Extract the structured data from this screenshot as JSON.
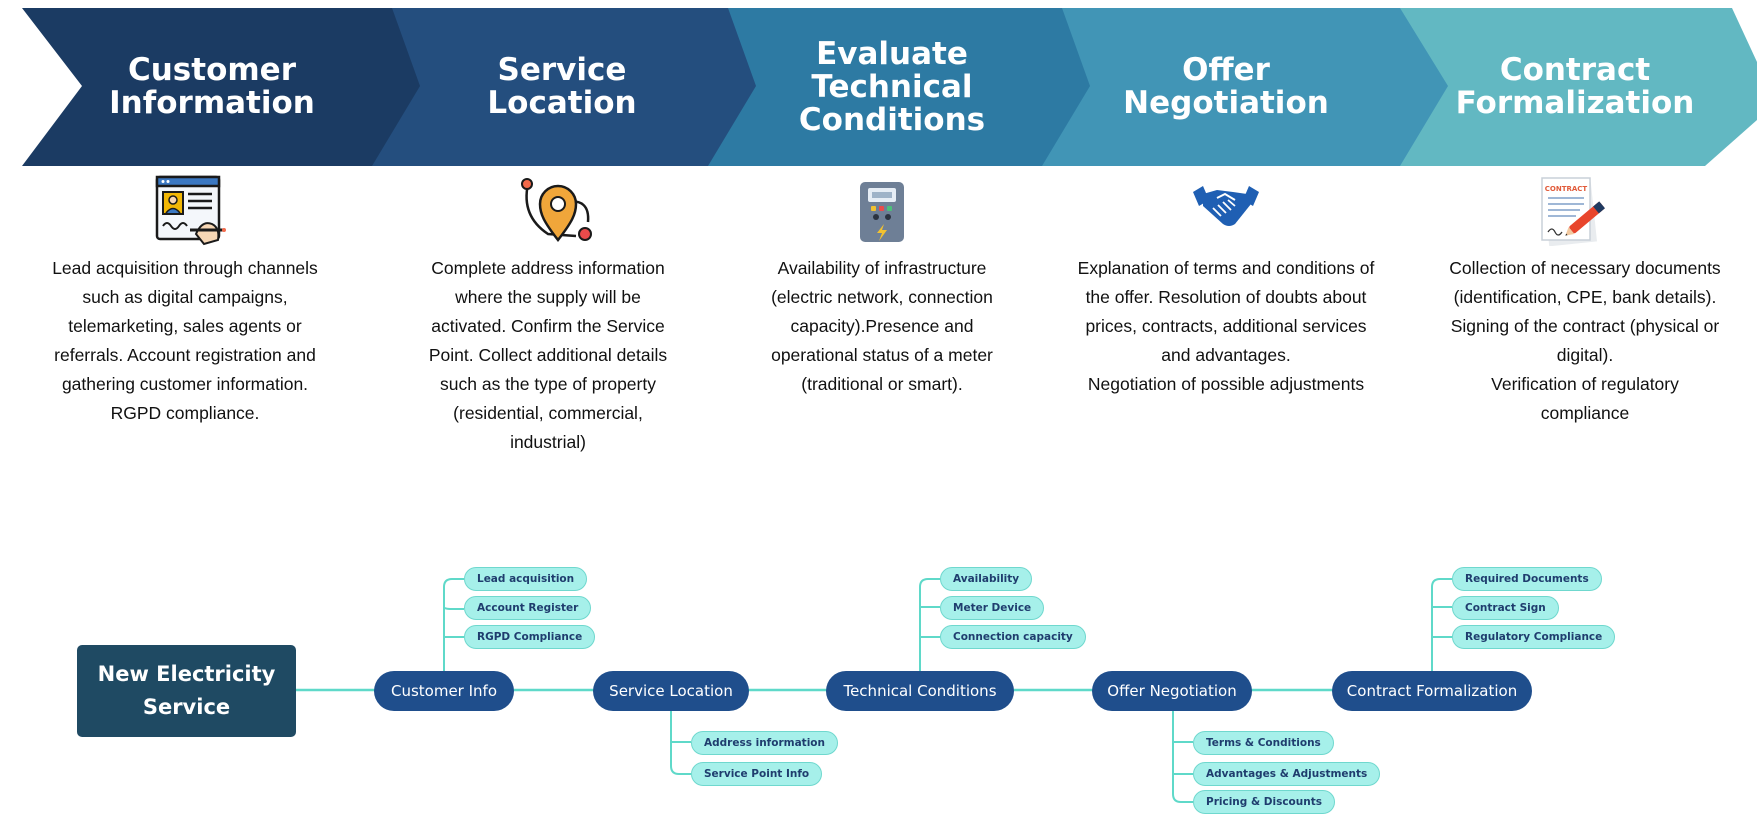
{
  "steps": [
    {
      "title_lines": [
        "Customer",
        "Information"
      ],
      "icon": "customer-registration-icon",
      "description": [
        "Lead acquisition through channels",
        "such as digital campaigns,",
        "telemarketing, sales agents or",
        "referrals. Account registration and",
        "gathering customer information.",
        "RGPD compliance."
      ]
    },
    {
      "title_lines": [
        "Service",
        "Location"
      ],
      "icon": "location-pin-icon",
      "description": [
        "Complete address information",
        "where the supply will be",
        "activated. Confirm the Service",
        "Point. Collect additional details",
        "such as the type of property",
        "(residential, commercial,",
        "industrial)"
      ]
    },
    {
      "title_lines": [
        "Evaluate",
        "Technical",
        "Conditions"
      ],
      "icon": "electric-meter-icon",
      "description": [
        "Availability of infrastructure",
        "(electric network, connection",
        "capacity).Presence and",
        "operational status of a meter",
        "(traditional or smart)."
      ]
    },
    {
      "title_lines": [
        "Offer",
        "Negotiation"
      ],
      "icon": "handshake-icon",
      "description": [
        "Explanation of terms and conditions of",
        "the offer. Resolution of doubts about",
        "prices, contracts, additional services",
        "and advantages.",
        "Negotiation of possible adjustments"
      ]
    },
    {
      "title_lines": [
        "Contract",
        "Formalization"
      ],
      "icon": "contract-signing-icon",
      "contract_label": "CONTRACT",
      "description": [
        "Collection of necessary documents",
        "(identification, CPE, bank details).",
        "Signing of the contract (physical or",
        "digital).",
        "Verification of regulatory",
        "compliance"
      ]
    }
  ],
  "banner_colors": [
    "#1b3b63",
    "#244e7e",
    "#2d7aa3",
    "#4195b6",
    "#62b8c2"
  ],
  "mindmap": {
    "root": [
      "New Electricity",
      "Service"
    ],
    "nodes": [
      {
        "label": "Customer Info",
        "leaves_up": [
          "Lead acquisition",
          "Account Register",
          "RGPD Compliance"
        ],
        "leaves_down": []
      },
      {
        "label": "Service Location",
        "leaves_up": [],
        "leaves_down": [
          "Address information",
          "Service Point Info"
        ]
      },
      {
        "label": "Technical Conditions",
        "leaves_up": [
          "Availability",
          "Meter Device",
          "Connection capacity"
        ],
        "leaves_down": []
      },
      {
        "label": "Offer Negotiation",
        "leaves_up": [],
        "leaves_down": [
          "Terms & Conditions",
          "Advantages & Adjustments",
          "Pricing & Discounts"
        ]
      },
      {
        "label": "Contract Formalization",
        "leaves_up": [
          "Required Documents",
          "Contract Sign",
          "Regulatory Compliance"
        ],
        "leaves_down": []
      }
    ],
    "colors": {
      "node": "#1f4e8c",
      "root": "#1f4a63",
      "leaf": "#a6f0ea",
      "connector": "#5fd9c9"
    }
  }
}
